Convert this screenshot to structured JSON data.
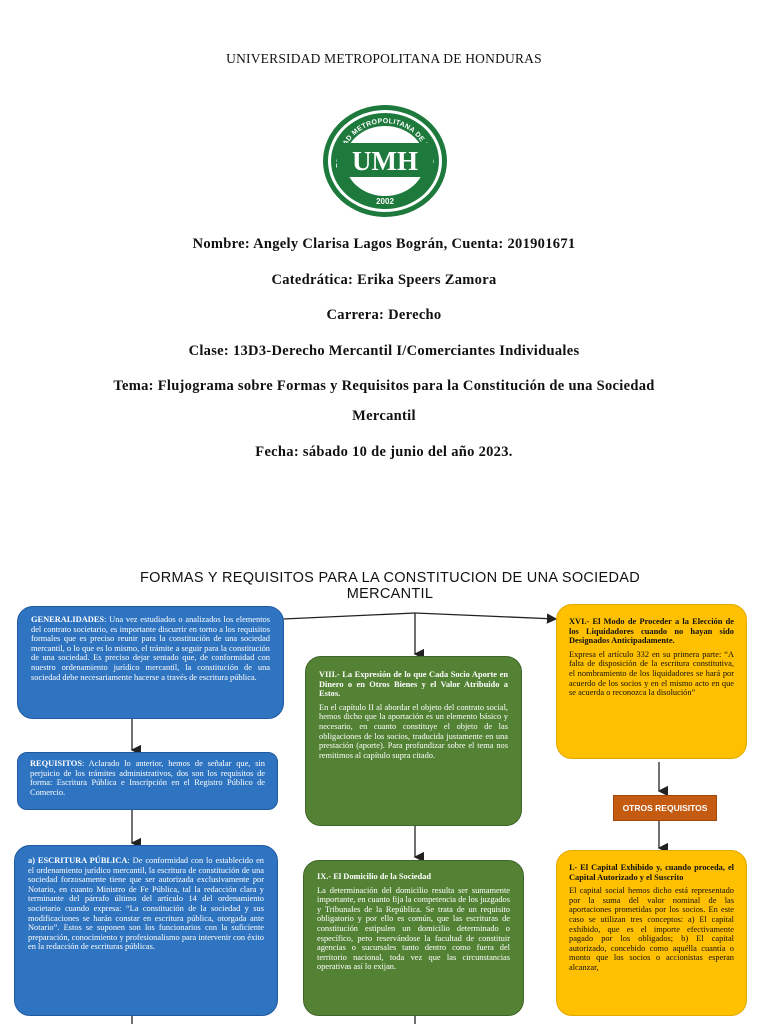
{
  "header": {
    "university": "UNIVERSIDAD METROPOLITANA DE HONDURAS",
    "logo_ring_text": "UNIVERSIDAD METROPOLITANA DE HONDURAS",
    "logo_initials": "UMH",
    "logo_year": "2002",
    "logo_color": "#1e7a3c"
  },
  "info": {
    "nombre": "Nombre: Angely Clarisa Lagos Bográn, Cuenta: 201901671",
    "catedratica": "Catedrática: Erika Speers Zamora",
    "carrera": "Carrera: Derecho",
    "clase": "Clase:  13D3-Derecho Mercantil I/Comerciantes Individuales",
    "tema_line1": "Tema: Flujograma sobre Formas y Requisitos para la Constitución de una Sociedad",
    "tema_line2": "Mercantil",
    "fecha": "Fecha: sábado 10 de junio del año 2023."
  },
  "flowchart": {
    "title_line1": "FORMAS Y REQUISITOS PARA LA CONSTITUCION  DE UNA SOCIEDAD",
    "title_line2": "MERCANTIL",
    "generalidades": {
      "heading": "GENERALIDADES",
      "text": ": Una vez estudiados o analizados los elementos del contrato societario, es importante discurrir en torno a los requisitos formales que es preciso reunir para la constitución de una sociedad mercantil, o lo que es lo mismo, el trámite a seguir para la constitución de una sociedad. Es preciso dejar sentado que, de conformidad con nuestro ordenamiento jurídico mercantil, la constitución de una sociedad debe necesariamente hacerse a través de escritura pública."
    },
    "requisitos": {
      "heading": "REQUISITOS",
      "text": ": Aclarado lo anterior, hemos de señalar que, sin perjuicio de los trámites administrativos, dos son los requisitos de forma: Escritura Pública e Inscripción en el Registro Público de Comercio."
    },
    "escritura": {
      "heading": "a) ESCRITURA PÚBLICA",
      "text": ": De conformidad con lo establecido en el ordenamiento jurídico mercantil, la escritura de constitución de una sociedad forzosamente tiene que ser autorizada exclusivamente por Notario, en cuanto Ministro de Fe Pública, tal la redacción clara y terminante del párrafo último del artículo 14 del ordenamiento societario cuando expresa: “La constitución de la sociedad y sus modificaciones se harán constar en escritura pública, otorgada ante Notario”. Estos se suponen son los funcionarios con la suficiente preparación, conocimiento y profesionalismo para intervenir con éxito en la redacción de escrituras públicas."
    },
    "viii": {
      "heading": "VIII.- La Expresión de lo que Cada Socio Aporte en Dinero o en Otros Bienes y el Valor Atribuido a Estos.",
      "text": "En el capítulo II al abordar el objeto del contrato social, hemos dicho que la aportación es un elemento básico y necesario, en cuanto constituye el objeto de las obligaciones de los socios, traducida justamente en una prestación (aporte). Para profundizar sobre el tema nos remitimos al capítulo supra citado."
    },
    "ix": {
      "heading": "IX.- El Domicilio de la Sociedad",
      "text": "La determinación del domicilio resulta ser sumamente importante, en cuanto fija la competencia de los juzgados y Tribunales de la República. Se trata de un requisito obligatorio y por ello es común, que las escrituras de constitución estipulen un domicilio determinado o específico, pero reservándose la facultad de constituir agencias o sucursales tanto dentro como fuera del territorio nacional, toda vez que las circunstancias operativas así lo exijan."
    },
    "xvi": {
      "heading": "XVI.- El Modo de Proceder a la Elección de los Liquidadores cuando no hayan sido Designados Anticipadamente.",
      "text": "Expresa el artículo 332 en su primera parte: “A falta de disposición de la escritura constitutiva, el nombramiento de los liquidadores se hará por acuerdo de los socios y en el mismo acto en que se acuerda o reconozca la disolución”"
    },
    "otros": {
      "label": "OTROS REQUISITOS"
    },
    "capital": {
      "heading": "I.- El Capital Exhibido y, cuando proceda, el Capital Autorizado y el Suscrito",
      "text": "El capital social hemos dicho está representado por la suma del valor nominal de las aportaciones prometidas por los socios. En este caso se utilizan tres conceptos: a) El capital exhibido, que es el importe efectivamente pagado por los obligados; b) El capital autorizado, concebido como aquélla cuantía o monto que los socios o accionistas esperan alcanzar,"
    },
    "colors": {
      "blue": "#2f74c0",
      "green": "#548235",
      "yellow": "#ffc000",
      "orange": "#c55a11"
    }
  }
}
